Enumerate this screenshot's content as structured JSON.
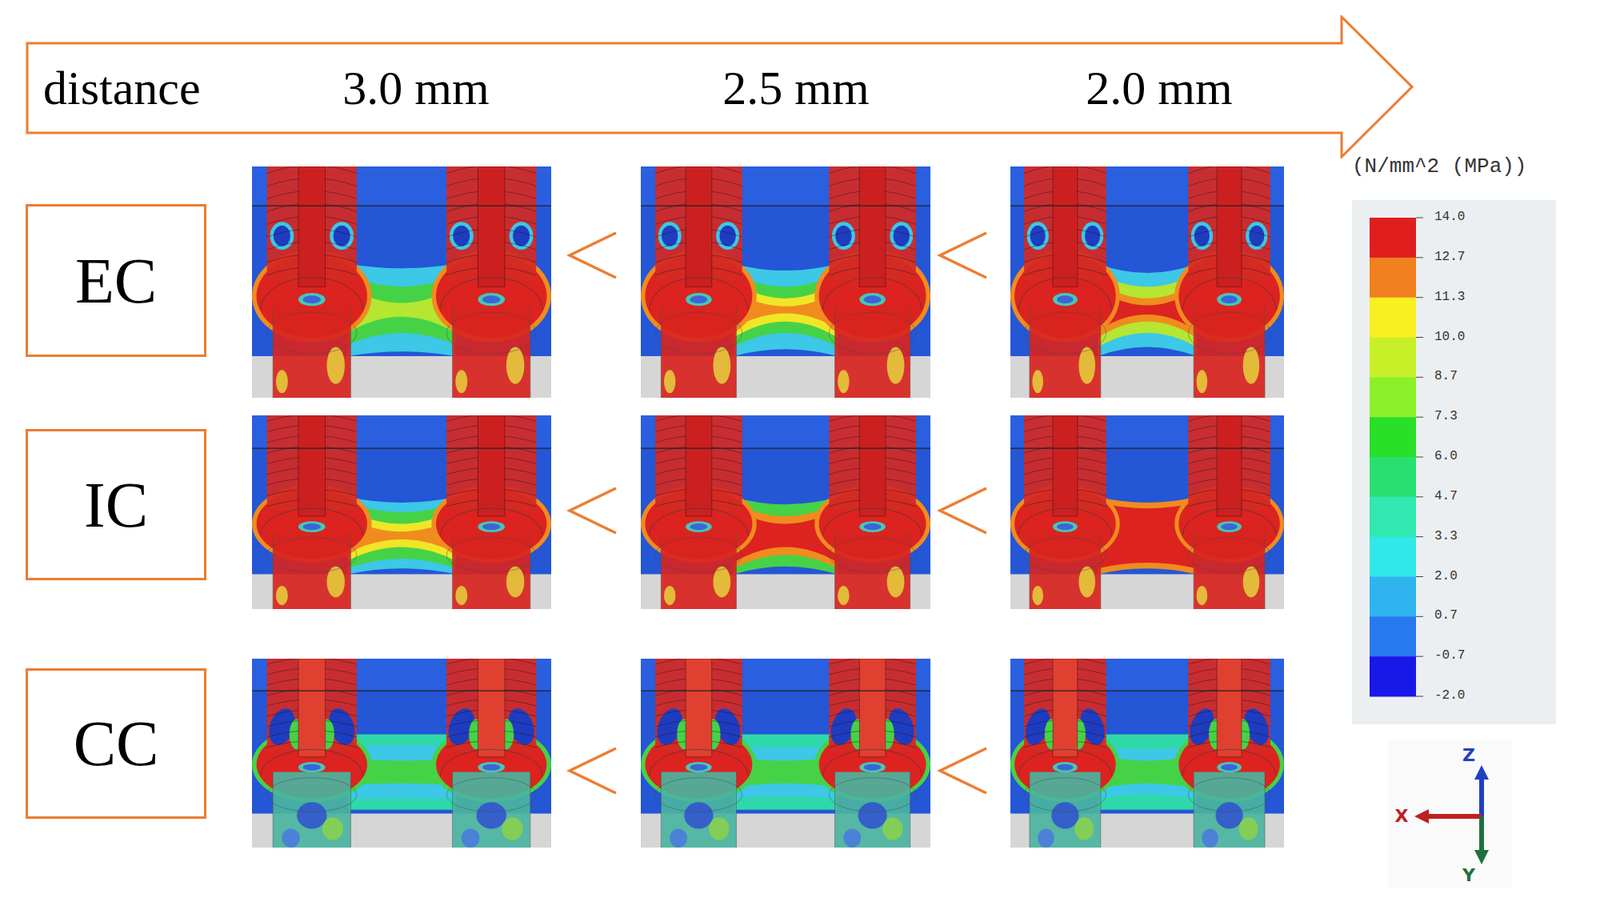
{
  "diagram": {
    "nodes": [
      {
        "text": [
          "distance",
          "3.0 mm",
          "2.5 mm",
          "2.0 mm"
        ]
      },
      {
        "text": [
          "EC"
        ]
      },
      {
        "text": [
          "IC"
        ]
      },
      {
        "text": [
          "CC"
        ]
      }
    ],
    "labels": [
      "(N/mm^2 (MPa))",
      "14.0",
      "12.7",
      "11.3",
      "10.0",
      "8.7",
      "7.3",
      "6.0",
      "4.7",
      "3.3",
      "2.0",
      "0.7",
      "-0.7",
      "-2.0",
      "Z",
      "X",
      "Y"
    ]
  }
}
